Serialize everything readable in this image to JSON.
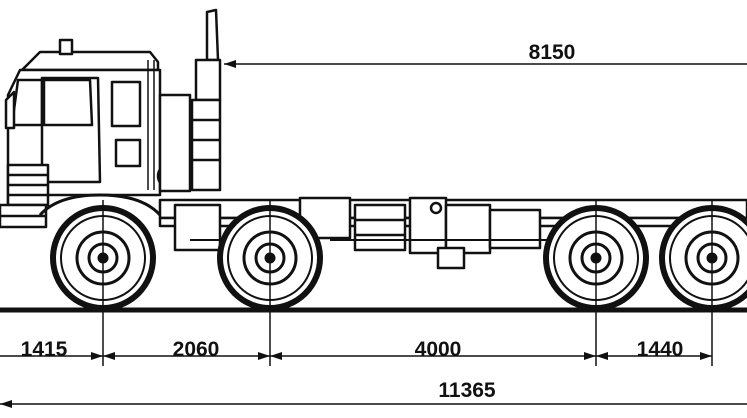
{
  "diagram": {
    "line_color": "#111111",
    "background": "#ffffff",
    "dimensions": {
      "overhang_front": "1415",
      "wheelbase_1_2": "2060",
      "wheelbase_2_3": "4000",
      "wheelbase_3_4": "1440",
      "overall_length": "11365",
      "frame_length": "8150"
    }
  }
}
